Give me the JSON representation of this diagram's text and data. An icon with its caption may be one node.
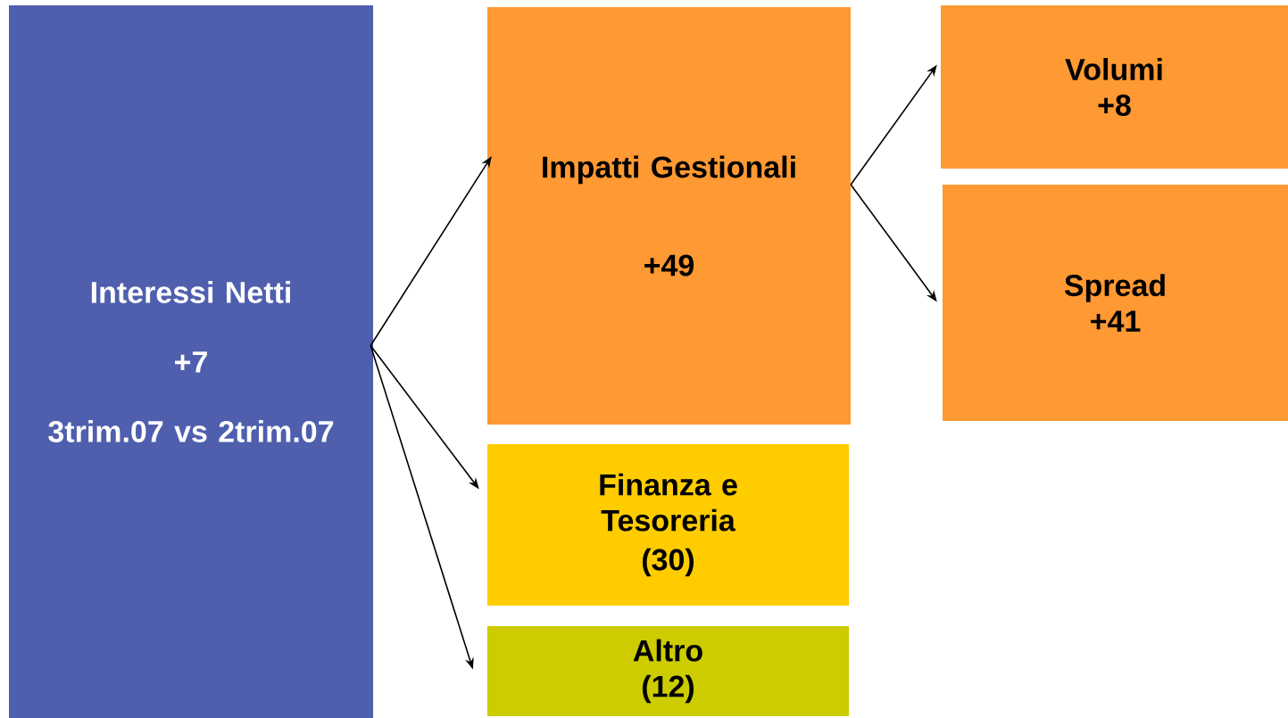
{
  "diagram": {
    "nodes": [
      {
        "text": [
          "Interessi Netti",
          "+7",
          "3trim.07 vs 2trim.07"
        ]
      },
      {
        "text": [
          "Impatti Gestionali",
          "+49"
        ]
      },
      {
        "text": [
          "Finanza e Tesoreria",
          "(30)"
        ]
      },
      {
        "text": [
          "Altro",
          "(12)"
        ]
      },
      {
        "text": [
          "Volumi",
          "+8"
        ]
      },
      {
        "text": [
          "Spread",
          "+41"
        ]
      }
    ],
    "edges": [
      {
        "from": 0,
        "to": 1,
        "arrow": "to"
      },
      {
        "from": 0,
        "to": 2,
        "arrow": "to"
      },
      {
        "from": 0,
        "to": 3,
        "arrow": "to"
      },
      {
        "from": 1,
        "to": 4,
        "arrow": "to"
      },
      {
        "from": 1,
        "to": 5,
        "arrow": "to"
      }
    ]
  }
}
